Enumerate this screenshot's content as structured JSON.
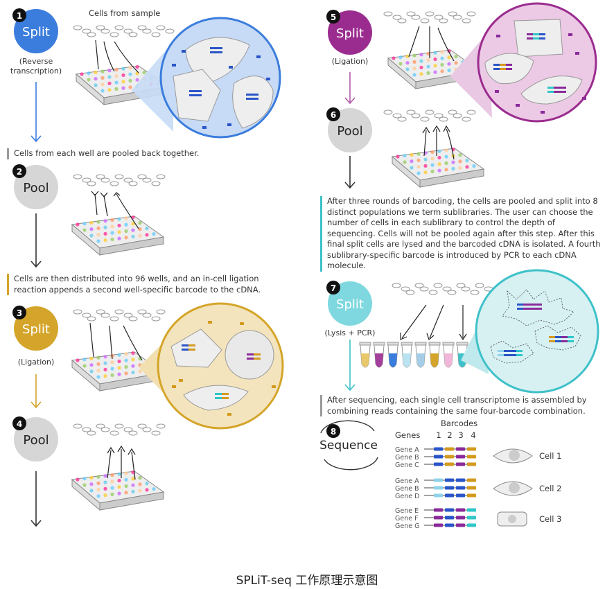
{
  "steps": [
    {
      "number": "1",
      "label": "Split",
      "sub": "(Reverse\ntranscription)"
    },
    {
      "number": "2",
      "label": "Pool",
      "sub": ""
    },
    {
      "number": "3",
      "label": "Split",
      "sub": "(Ligation)"
    },
    {
      "number": "4",
      "label": "Pool",
      "sub": ""
    },
    {
      "number": "5",
      "label": "Split",
      "sub": "(Ligation)"
    },
    {
      "number": "6",
      "label": "Pool",
      "sub": ""
    },
    {
      "number": "7",
      "label": "Split",
      "sub": "(Lysis + PCR)"
    },
    {
      "number": "8",
      "label": "Sequence",
      "sub": ""
    }
  ],
  "cells_from_sample": "Cells from sample",
  "captions": {
    "pool_back": "Cells from each well are pooled back together.",
    "distributed": "Cells are then distributed into 96 wells, and an in-cell ligation reaction appends a second well-specific barcode to the cDNA.",
    "three_rounds": "After three rounds of barcoding, the cells are pooled and split into 8 distinct populations we term sublibraries. The user can choose the number of cells in each sublibrary to control the depth of sequencing. Cells will not be pooled again after this step. After this final split cells are lysed and the barcoded cDNA is isolated. A fourth sublibrary-specific barcode is introduced by PCR to each cDNA molecule.",
    "after_seq": "After sequencing, each single cell transcriptome is assembled by combining reads containing the same four-barcode combination."
  },
  "sequence_table": {
    "genes_header": "Genes",
    "barcodes_header": "Barcodes",
    "barcode_numbers": [
      "1",
      "2",
      "3",
      "4"
    ],
    "groups": [
      {
        "genes": [
          "Gene A",
          "Gene B",
          "Gene C"
        ],
        "cell": "Cell 1"
      },
      {
        "genes": [
          "Gene A",
          "Gene B",
          "Gene D"
        ],
        "cell": "Cell 2"
      },
      {
        "genes": [
          "Gene E",
          "Gene F",
          "Gene G"
        ],
        "cell": "Cell 3"
      }
    ]
  },
  "footer": "SPLiT-seq 工作原理示意图",
  "colors": {
    "blue": "#3b7ddd",
    "gold": "#d4a52a",
    "purple": "#9b2c8f",
    "teal": "#3fc1c9",
    "gray": "#d6d6d6",
    "darkgray": "#444444",
    "bc_blue": "#2a55c8",
    "bc_gold": "#d49a1e",
    "bc_purple": "#8a2a9a",
    "bc_teal": "#2fc6c8",
    "bc_lightblue": "#8fd3ea"
  },
  "icons": [
    "arrow-down-icon",
    "well-plate-icon",
    "cell-icon",
    "zoom-circle-icon",
    "pcr-tube-icon",
    "sequence-cycle-icon"
  ]
}
